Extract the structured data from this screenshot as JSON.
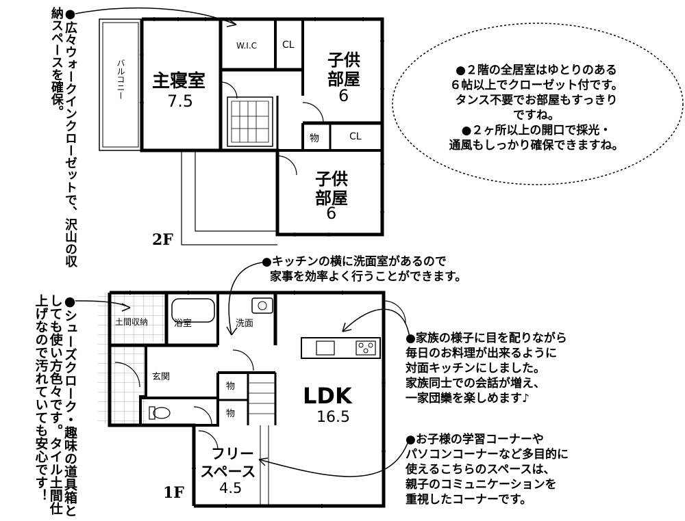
{
  "floors": {
    "second": "2F",
    "first": "1F"
  },
  "second_floor": {
    "balcony": "バルコニー",
    "master_bedroom": {
      "name": "主寝室",
      "size": "7.5"
    },
    "wic": "W.I.C",
    "closet_a": "CL",
    "kids_room_a": {
      "name_line1": "子供",
      "name_line2": "部屋",
      "size": "6"
    },
    "storage": "物",
    "closet_b": "CL",
    "kids_room_b": {
      "name_line1": "子供",
      "name_line2": "部屋",
      "size": "6"
    }
  },
  "first_floor": {
    "doma_storage": "土間収納",
    "bath": "浴室",
    "washroom": "洗面",
    "entrance": "玄関",
    "storage_a": "物",
    "storage_b": "物",
    "ldk": {
      "name": "LDK",
      "size": "16.5"
    },
    "free_space": {
      "name_line1": "フリー",
      "name_line2": "スペース",
      "size": "4.5"
    }
  },
  "notes": {
    "wic_note": "●広々ウォークインクローゼットで、沢山の収納スペースを確保。",
    "ellipse_note": {
      "line1": "●２階の全居室はゆとりのある",
      "line2": "６帖以上でクローゼット付です。",
      "line3": "タンス不要でお部屋もすっきり",
      "line4": "ですね。",
      "line5": "●２ヶ所以上の開口で採光・",
      "line6": "通風もしっかり確保できますね。"
    },
    "kitchen_note": {
      "line1": "●キッチンの横に洗面室があるので",
      "line2": "家事を効率よく行うことができます。"
    },
    "shoes_note": "●シューズクローク・趣味の道具箱としても使い方色々です。タイル土間仕上げなので汚れていても安心です！",
    "family_note": {
      "line1": "●家族の様子に目を配りながら",
      "line2": "毎日のお料理が出来るように",
      "line3": "対面キッチンにしました。",
      "line4": "家族同士での会話が増え、",
      "line5": "一家団欒を楽しめます♪"
    },
    "free_note": {
      "line1": "●お子様の学習コーナーや",
      "line2": "パソコンコーナーなど多目的に",
      "line3": "使えるこちらのスペースは、",
      "line4": "親子のコミュニケーションを",
      "line5": "重視したコーナーです。"
    }
  }
}
